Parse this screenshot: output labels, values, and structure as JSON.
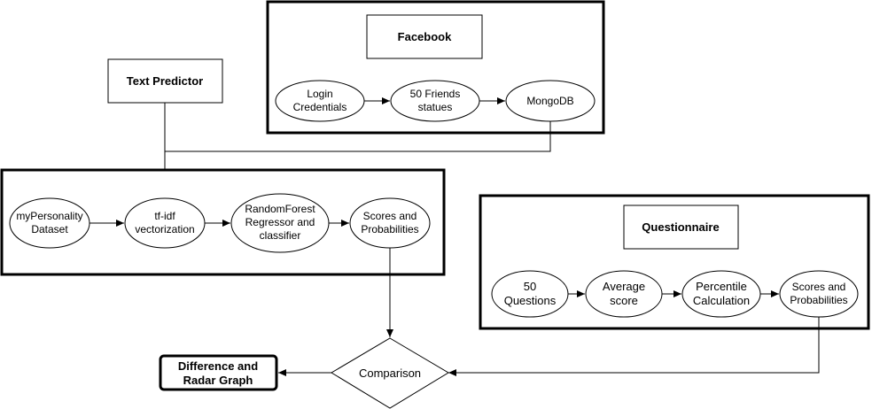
{
  "boxes": {
    "facebook_title": "Facebook",
    "text_predictor": "Text Predictor",
    "questionnaire_title": "Questionnaire",
    "result": [
      "Difference and",
      "Radar Graph"
    ]
  },
  "facebook_nodes": {
    "login": [
      "Login",
      "Credentials"
    ],
    "friends": [
      "50 Friends",
      "statues"
    ],
    "mongodb": [
      "MongoDB"
    ]
  },
  "text_nodes": {
    "dataset": [
      "myPersonality",
      "Dataset"
    ],
    "tfidf": [
      "tf-idf",
      "vectorization"
    ],
    "rf": [
      "RandomForest",
      "Regressor and",
      "classifier"
    ],
    "scores": [
      "Scores and",
      "Probabilities"
    ]
  },
  "questionnaire_nodes": {
    "questions": [
      "50",
      "Questions"
    ],
    "average": [
      "Average",
      "score"
    ],
    "percentile": [
      "Percentile",
      "Calculation"
    ],
    "scores": [
      "Scores and",
      "Probabilities"
    ]
  },
  "comparison": "Comparison"
}
